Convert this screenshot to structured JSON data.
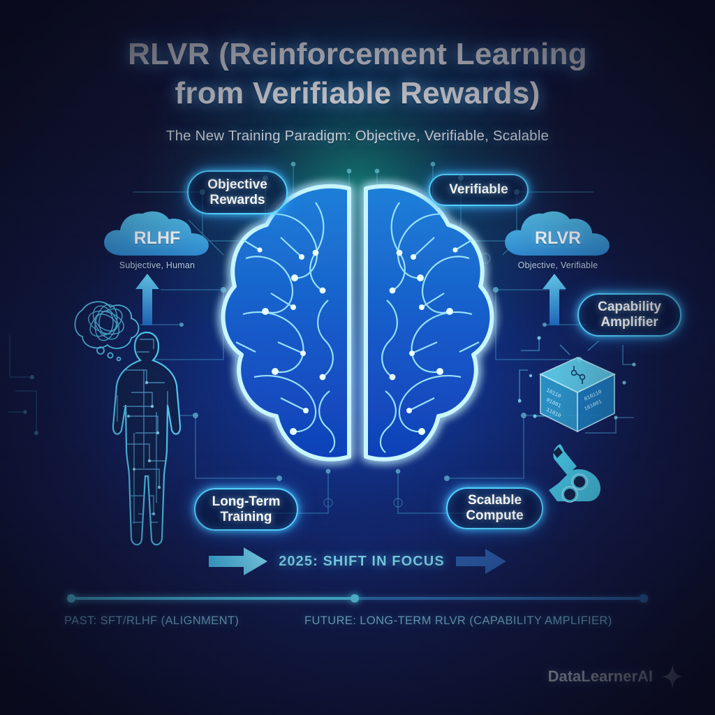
{
  "header": {
    "title_line1": "RLVR (Reinforcement Learning",
    "title_line2": "from Verifiable Rewards)",
    "subtitle": "The New Training Paradigm: Objective, Verifiable, Scalable"
  },
  "badges": {
    "objective_rewards_line1": "Objective",
    "objective_rewards_line2": "Rewards",
    "verifiable": "Verifiable",
    "capability_line1": "Capability",
    "capability_line2": "Amplifier",
    "longterm_line1": "Long-Term",
    "longterm_line2": "Training",
    "scalable_line1": "Scalable",
    "scalable_line2": "Compute"
  },
  "clouds": {
    "left": {
      "label": "RLHF",
      "caption": "Subjective, Human"
    },
    "right": {
      "label": "RLVR",
      "caption": "Objective, Verifiable"
    }
  },
  "shift": {
    "text": "2025: SHIFT IN FOCUS"
  },
  "timeline": {
    "past_label": "PAST: SFT/RLHF (ALIGNMENT)",
    "future_label": "FUTURE: LONG-TERM RLVR (CAPABILITY AMPLIFIER)"
  },
  "watermark": {
    "brand": "DataLearnerAI"
  },
  "colors": {
    "neon_cyan": "#53d2ff",
    "cloud_blue": "#3aa9e0",
    "accent_teal": "#4ec4e8",
    "muted_blue": "#2f6fb5",
    "background_navy": "#141634",
    "text_white": "#fdfdff"
  }
}
